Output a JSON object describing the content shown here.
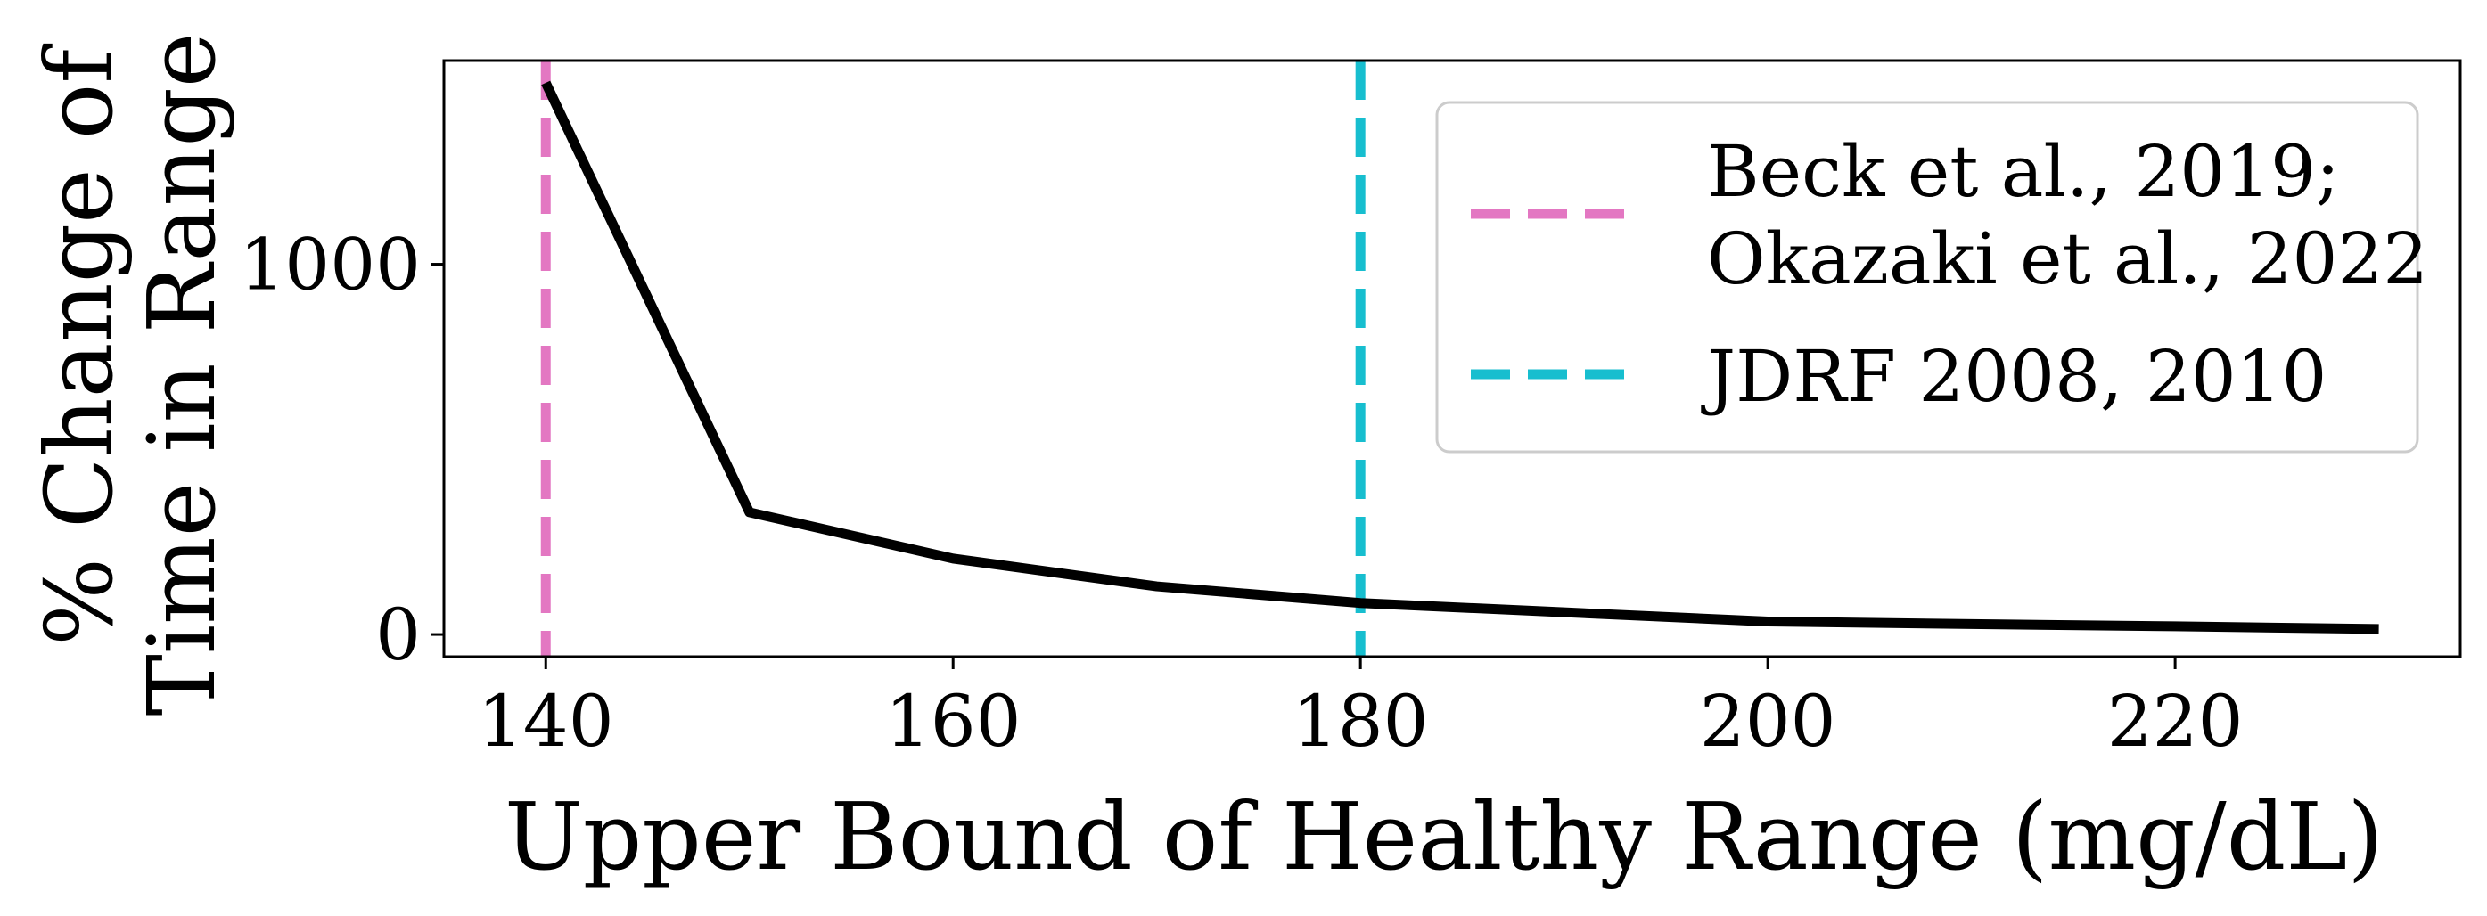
{
  "chart_data": {
    "type": "line",
    "title": "",
    "xlabel": "Upper Bound of Healthy Range (mg/dL)",
    "ylabel_lines": [
      "% Change of",
      "Time in Range"
    ],
    "xlim": [
      135,
      234
    ],
    "ylim": [
      -60,
      1550
    ],
    "x_ticks": [
      140,
      160,
      180,
      200,
      220
    ],
    "y_ticks": [
      0,
      1000
    ],
    "grid": false,
    "legend_placement": "top-right",
    "series": [
      {
        "color": "#000000",
        "x": [
          140,
          150,
          160,
          170,
          180,
          190,
          200,
          210,
          220,
          230
        ],
        "values": [
          1490,
          330,
          205,
          130,
          85,
          60,
          35,
          28,
          22,
          15
        ]
      }
    ],
    "reference_lines": [
      {
        "x": 140,
        "color": "#e377c2",
        "label_lines": [
          "Beck et al., 2019;",
          "Okazaki et al., 2022"
        ]
      },
      {
        "x": 180,
        "color": "#17becf",
        "label_lines": [
          "JDRF 2008, 2010"
        ]
      }
    ]
  }
}
